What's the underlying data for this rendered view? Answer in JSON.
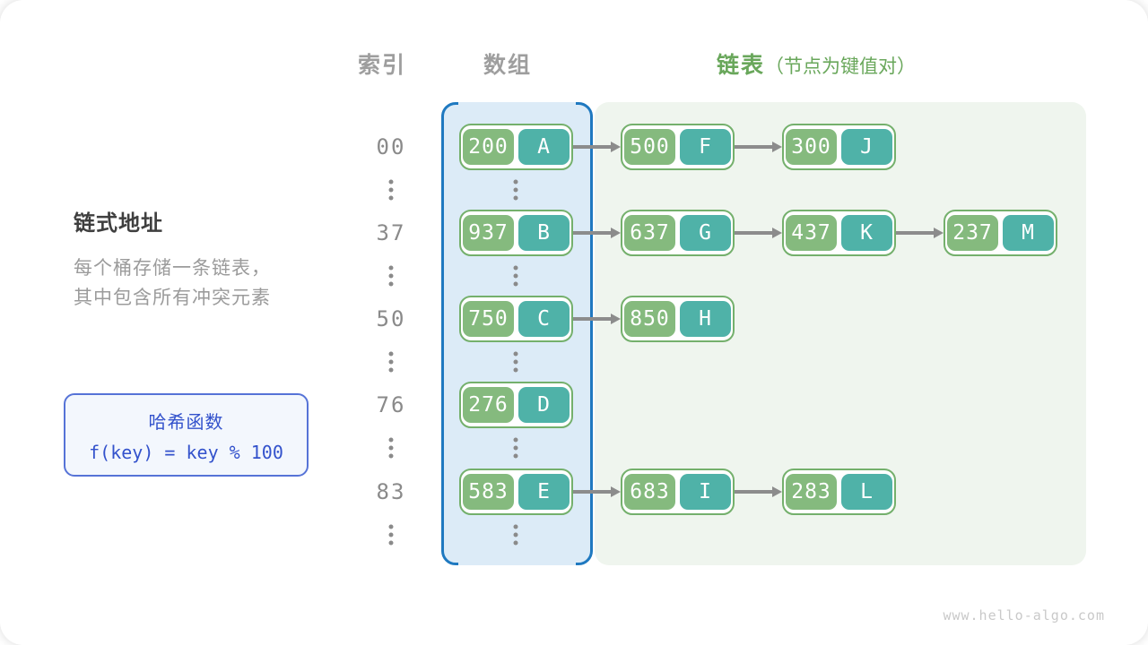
{
  "header": {
    "index": "索引",
    "array": "数组",
    "list": "链表",
    "list_note": "（节点为键值对）"
  },
  "left_panel": {
    "title": "链式地址",
    "description_line1": "每个桶存储一条链表，",
    "description_line2": "其中包含所有冲突元素",
    "hash_function": {
      "title": "哈希函数",
      "formula": "f(key) = key % 100"
    }
  },
  "buckets": [
    {
      "index": "00",
      "chain": [
        {
          "key": "200",
          "value": "A"
        },
        {
          "key": "500",
          "value": "F"
        },
        {
          "key": "300",
          "value": "J"
        }
      ]
    },
    {
      "index": "37",
      "chain": [
        {
          "key": "937",
          "value": "B"
        },
        {
          "key": "637",
          "value": "G"
        },
        {
          "key": "437",
          "value": "K"
        },
        {
          "key": "237",
          "value": "M"
        }
      ]
    },
    {
      "index": "50",
      "chain": [
        {
          "key": "750",
          "value": "C"
        },
        {
          "key": "850",
          "value": "H"
        }
      ]
    },
    {
      "index": "76",
      "chain": [
        {
          "key": "276",
          "value": "D"
        }
      ]
    },
    {
      "index": "83",
      "chain": [
        {
          "key": "583",
          "value": "E"
        },
        {
          "key": "683",
          "value": "I"
        },
        {
          "key": "283",
          "value": "L"
        }
      ]
    }
  ],
  "ellipsis_icon": "⋮",
  "watermark": "www.hello-algo.com",
  "colors": {
    "key_green": "#85ba7e",
    "value_teal": "#4fb2a8",
    "node_border": "#74b06c",
    "node_bg": "#ffffff",
    "array_fill": "#dcebf7",
    "array_border": "#1f79c0",
    "list_fill": "#eff5ee",
    "arrow": "#8c8c8c",
    "header_gray": "#9e9e9e",
    "header_green": "#69a75b",
    "index_gray": "#8a8a8a",
    "title_dark": "#3f3f3f",
    "desc_gray": "#9b9b9b",
    "hash_border": "#5673d7",
    "hash_fill": "#f3f7fd",
    "hash_text": "#3352cc",
    "watermark_gray": "#c9c9c9"
  }
}
